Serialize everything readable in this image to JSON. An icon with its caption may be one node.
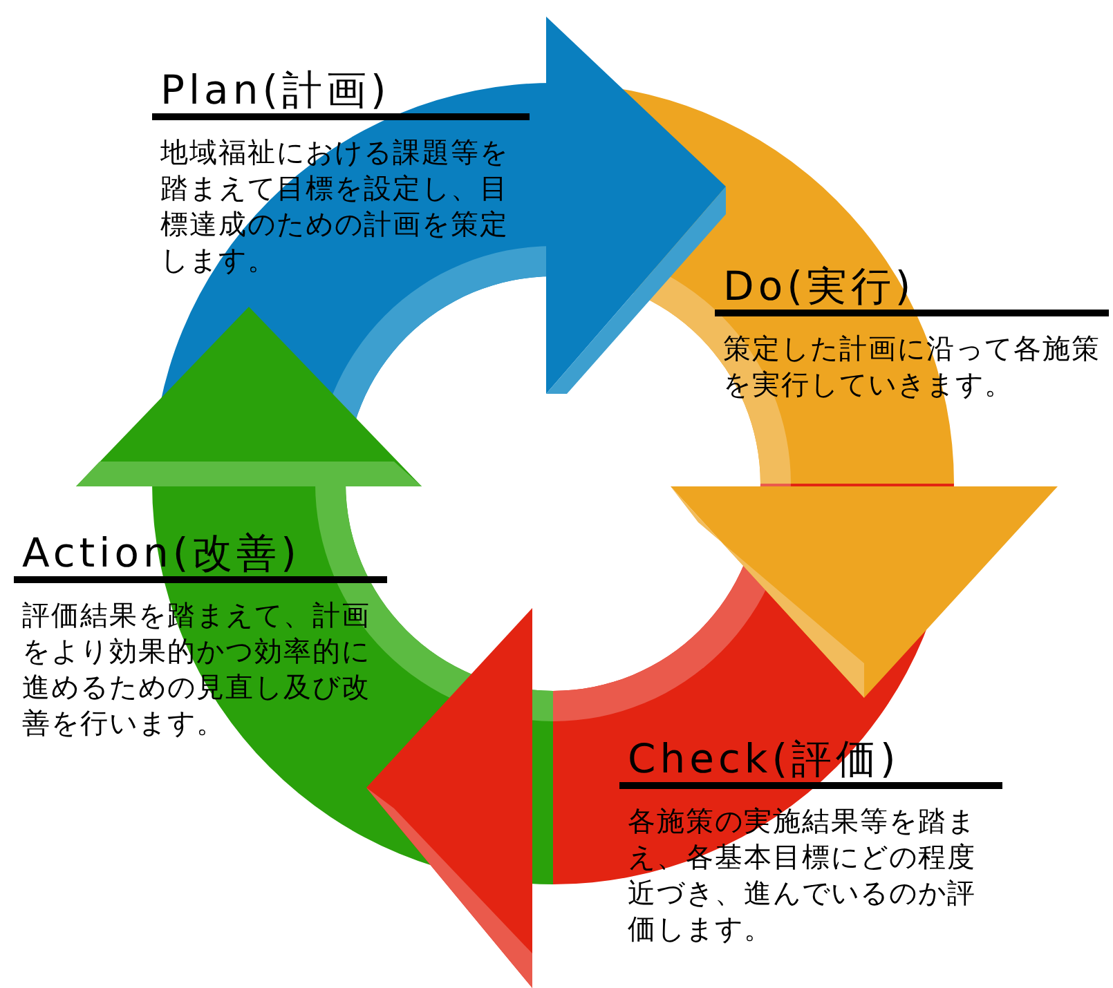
{
  "diagram": {
    "nodes": [
      {
        "text": [
          "Plan(計画)",
          "地域福祉における課題等を踏まえて目標を設定し、目標達成のための計画を策定します。"
        ]
      },
      {
        "text": [
          "Do(実行)",
          "策定した計画に沿って各施策を実行していきます。"
        ]
      },
      {
        "text": [
          "Action(改善)",
          "評価結果を踏まえて、計画をより効果的かつ効率的に進めるための見直し及び改善を行います。"
        ]
      },
      {
        "text": [
          "Check(評価)",
          "各施策の実施結果等を踏まえ、各基本目標にどの程度近づき、進んでいるのか評価します。"
        ]
      }
    ]
  }
}
